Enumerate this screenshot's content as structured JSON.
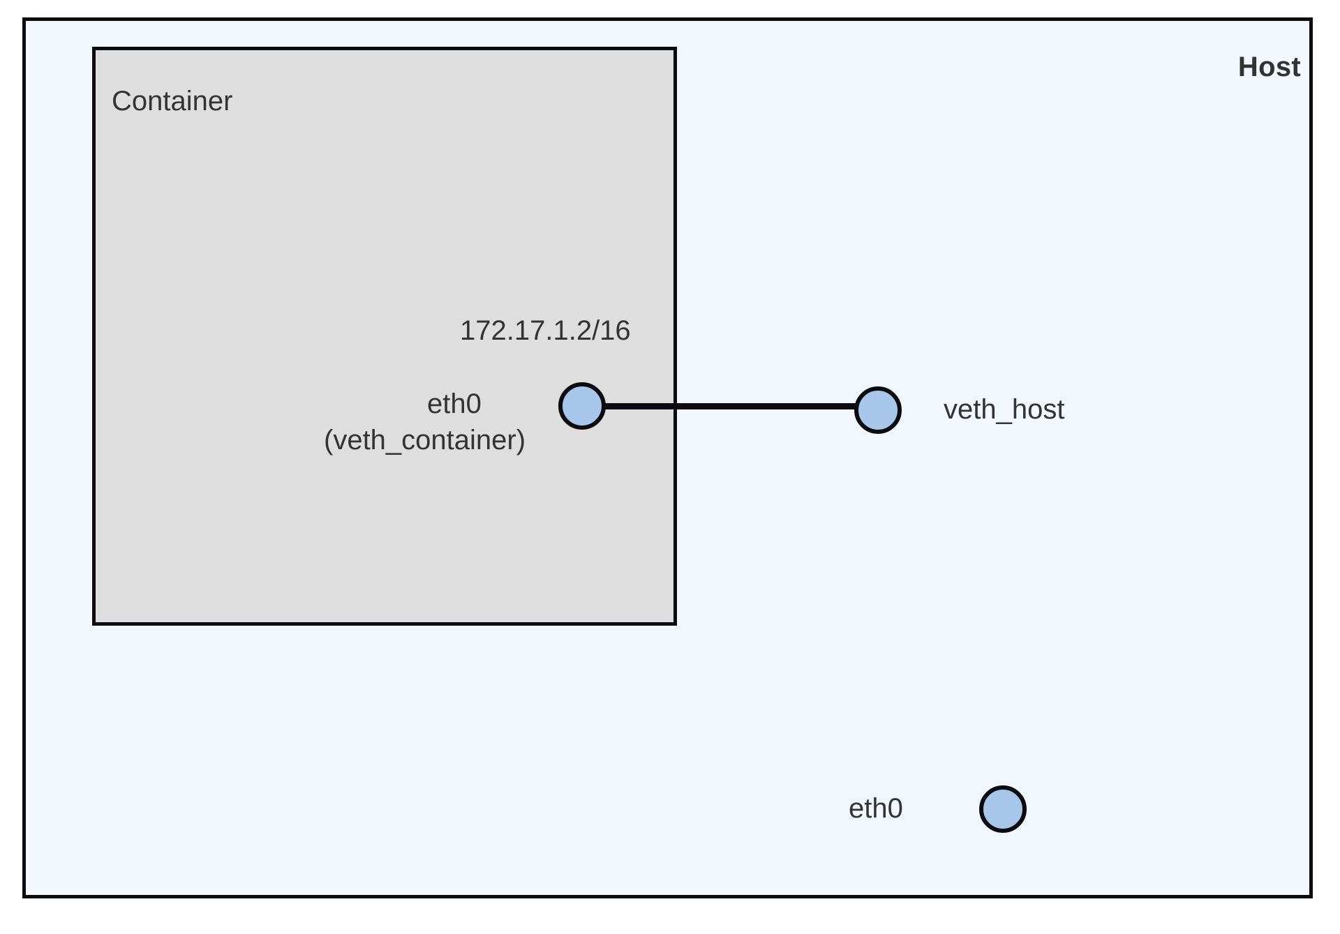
{
  "diagram": {
    "title_host": "Host",
    "title_container": "Container",
    "colors": {
      "host_background": "#f2f6fd",
      "container_background": "#dedede",
      "node_fill": "#a8c6e9",
      "stroke": "#0b0b10",
      "text": "#333333"
    },
    "nodes": [
      {
        "id": "eth0-container",
        "label": "eth0",
        "sublabel": "(veth_container)",
        "ip": "172.17.1.2/16",
        "scope": "container"
      },
      {
        "id": "veth-host",
        "label": "veth_host",
        "scope": "host"
      },
      {
        "id": "eth0-host",
        "label": "eth0",
        "scope": "host"
      }
    ],
    "links": [
      {
        "id": "veth-pair",
        "from": "eth0-container",
        "to": "veth-host"
      }
    ]
  }
}
